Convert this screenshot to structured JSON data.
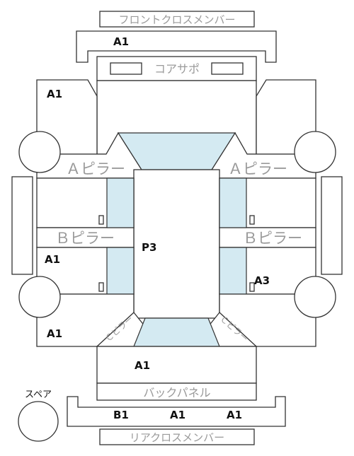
{
  "labels": {
    "front_cross_member": "フロントクロスメンバー",
    "core_support": "コアサポ",
    "a_pillar_left": "Ａピラー",
    "a_pillar_right": "Ａピラー",
    "b_pillar_left": "Ｂピラー",
    "b_pillar_right": "Ｂピラー",
    "c_pillar_left": "Ｃピラー",
    "c_pillar_right": "Ｃピラー",
    "back_panel": "バックパネル",
    "rear_cross_member": "リアクロスメンバー",
    "spare": "スペア"
  },
  "codes": {
    "front_cross_member": "A1",
    "front_left": "A1",
    "roof": "P3",
    "left_middle": "A1",
    "right_middle": "A3",
    "rear_left": "A1",
    "trunk": "A1",
    "rear_cross_1": "B1",
    "rear_cross_2": "A1",
    "rear_cross_3": "A1"
  },
  "colors": {
    "glass": "#d4eaf2",
    "line": "#333333",
    "label_gray": "#9a9a9a"
  }
}
